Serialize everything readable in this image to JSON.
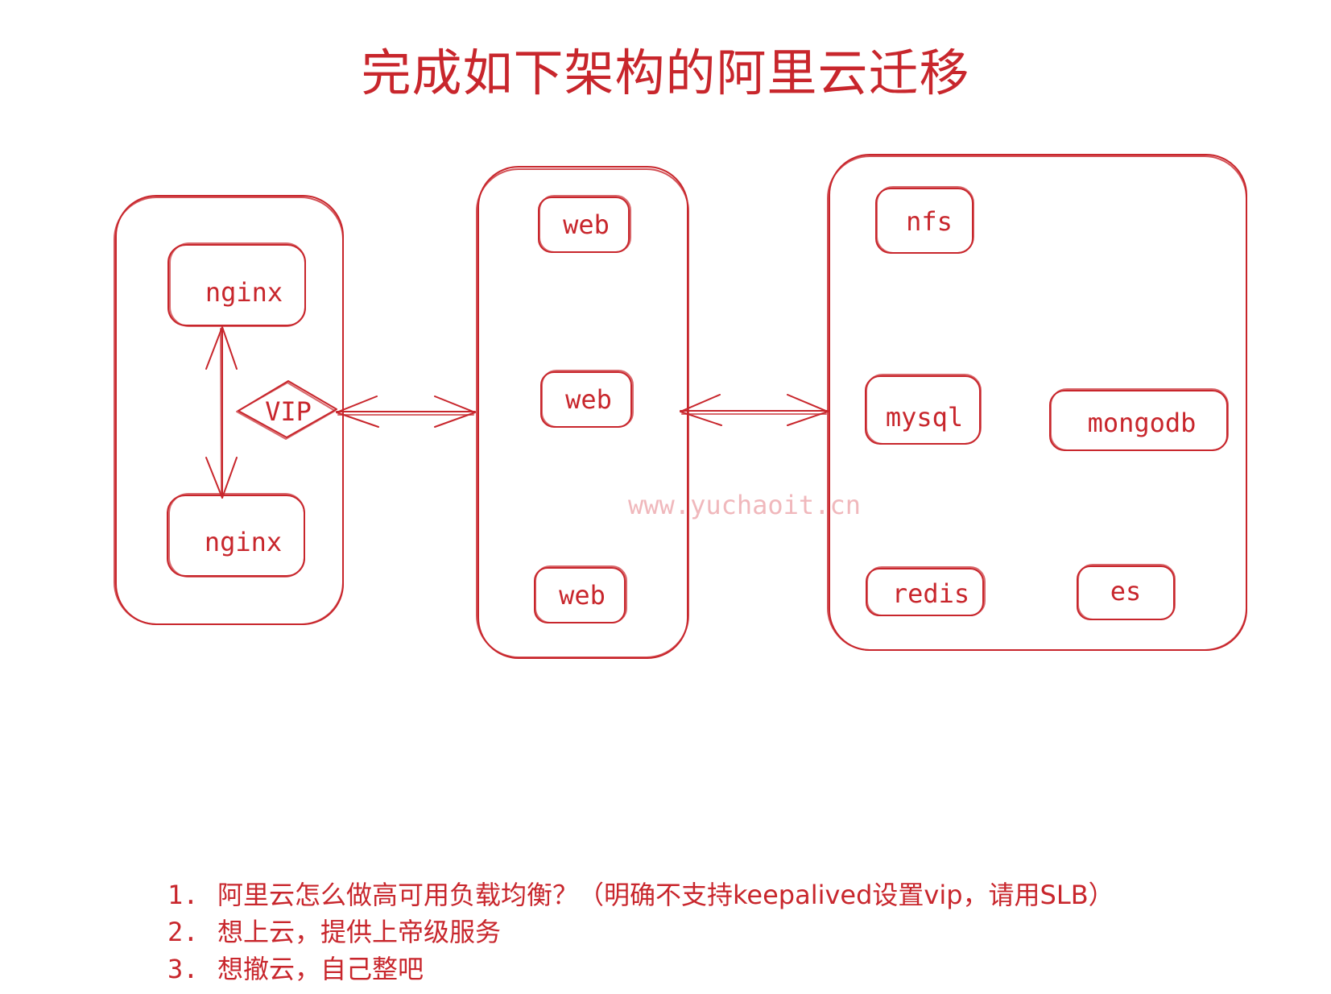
{
  "title": "完成如下架构的阿里云迁移",
  "colors": {
    "accent": "#c8262c",
    "watermark": "#f0b8bc",
    "background": "#ffffff"
  },
  "groups": {
    "proxy_layer": {
      "nodes": [
        "nginx",
        "nginx"
      ],
      "vip_label": "VIP"
    },
    "web_layer": {
      "nodes": [
        "web",
        "web",
        "web"
      ]
    },
    "data_layer": {
      "nodes": [
        "nfs",
        "mysql",
        "mongodb",
        "redis",
        "es"
      ]
    }
  },
  "watermark": "www.yuchaoit.cn",
  "notes": [
    {
      "num": "1.",
      "text": "阿里云怎么做高可用负载均衡？（明确不支持keepalived设置vip，请用SLB）"
    },
    {
      "num": "2.",
      "text": "想上云，提供上帝级服务"
    },
    {
      "num": "3.",
      "text": "想撤云，自己整吧"
    }
  ]
}
